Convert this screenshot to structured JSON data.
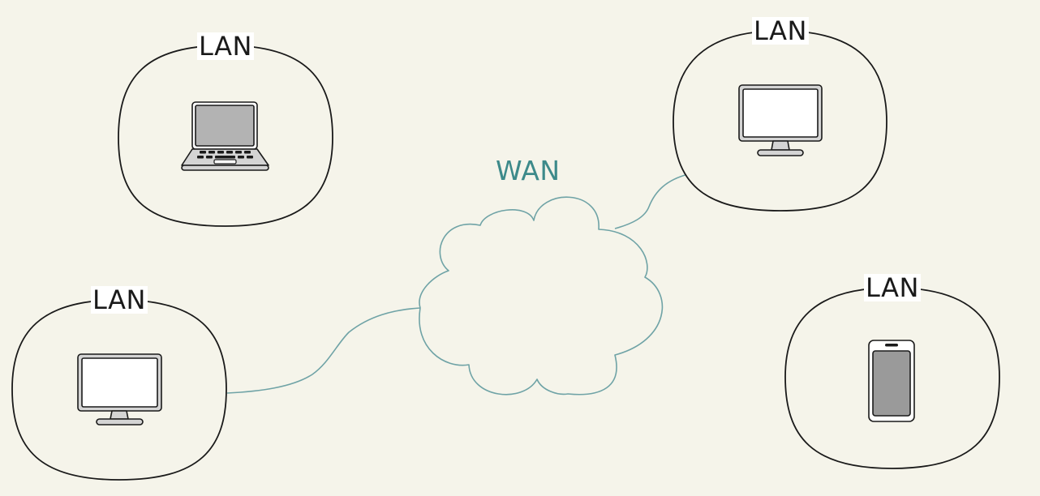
{
  "colors": {
    "background": "#f5f4ea",
    "outline": "#1a1a1a",
    "wan_accent": "#3d8a8a",
    "wan_stroke": "#6fa3a6",
    "screen_gray": "#b3b3b3",
    "device_body": "#d4d4d4"
  },
  "wan": {
    "label": "WAN"
  },
  "lans": [
    {
      "label": "LAN",
      "device": "laptop-icon"
    },
    {
      "label": "LAN",
      "device": "desktop-monitor-icon"
    },
    {
      "label": "LAN",
      "device": "desktop-monitor-icon"
    },
    {
      "label": "LAN",
      "device": "smartphone-icon"
    }
  ]
}
